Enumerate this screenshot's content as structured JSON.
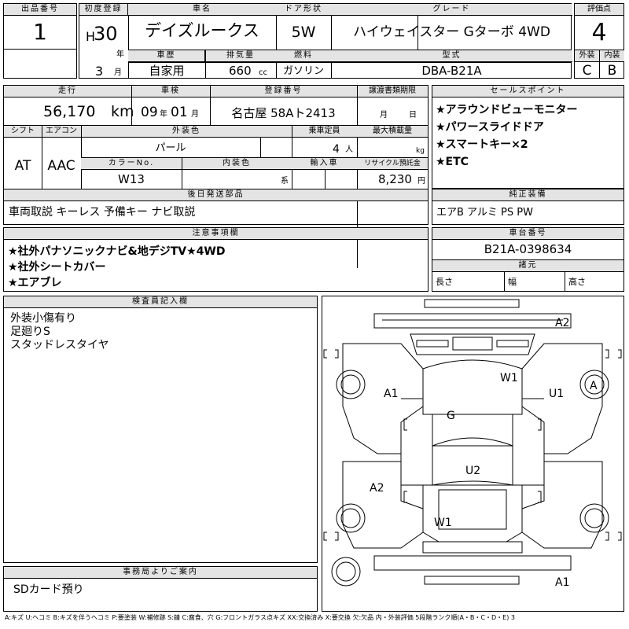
{
  "header": {
    "lot_no_label": "出品番号",
    "lot_no": "1",
    "first_reg_label": "初度登録",
    "era": "H",
    "year": "30",
    "year_unit": "年",
    "month": "3",
    "month_unit": "月",
    "car_name_label": "車名",
    "car_name": "デイズルークス",
    "doors_label": "ドア形状",
    "doors": "5W",
    "grade_label": "グレード",
    "grade": "ハイウェイスター Gターボ 4WD",
    "score_label": "評価点",
    "score": "4",
    "history_label": "車歴",
    "history": "自家用",
    "displacement_label": "排気量",
    "displacement": "660",
    "displacement_unit": "cc",
    "fuel_label": "燃料",
    "fuel": "ガソリン",
    "model_label": "型式",
    "model": "DBA-B21A",
    "exterior_label": "外装",
    "exterior": "C",
    "interior_label": "内装",
    "interior": "B"
  },
  "specs": {
    "mileage_label": "走行",
    "mileage": "56,170",
    "mileage_unit": "km",
    "inspection_label": "車検",
    "inspection_year": "09",
    "inspection_year_unit": "年",
    "inspection_month": "01",
    "inspection_month_unit": "月",
    "plate_label": "登録番号",
    "plate": "名古屋 58Aト2413",
    "transfer_label": "譲渡書類期限",
    "transfer_month_unit": "月",
    "transfer_day_unit": "日",
    "shift_label": "シフト",
    "shift": "AT",
    "aircon_label": "エアコン",
    "aircon": "AAC",
    "ext_color_label": "外装色",
    "ext_color": "パール",
    "capacity_label": "乗車定員",
    "capacity": "4",
    "capacity_unit": "人",
    "load_label": "最大積載量",
    "load_unit": "kg",
    "color_no_label": "カラーNo.",
    "color_no": "W13",
    "int_color_label": "内装色",
    "int_color_unit": "系",
    "import_label": "輸入車",
    "recycle_label": "リサイクル預託金",
    "recycle": "8,230",
    "recycle_unit": "円"
  },
  "sales_points": {
    "label": "セールスポイント",
    "lines": [
      "★アラウンドビューモニター",
      "★パワースライドドア",
      "★スマートキー×2",
      "★ETC"
    ]
  },
  "later_parts": {
    "label": "後日発送部品",
    "value": "車両取説 キーレス 予備キー ナビ取説"
  },
  "equipment": {
    "label": "純正装備",
    "value": "エアB アルミ PS PW"
  },
  "notes": {
    "label": "注意事項欄",
    "lines": [
      "★社外パナソニックナビ&地デジTV★4WD",
      "★社外シートカバー",
      "★エアブレ"
    ]
  },
  "chassis": {
    "label": "車台番号",
    "value": "B21A-0398634"
  },
  "dimensions": {
    "label": "諸元",
    "length_label": "長さ",
    "width_label": "幅",
    "height_label": "高さ"
  },
  "inspector": {
    "label": "検査員記入欄",
    "lines": [
      "外装小傷有り",
      "足廻りS",
      "スタッドレスタイヤ"
    ]
  },
  "office": {
    "label": "事務局よりご案内",
    "value": "SDカード預り"
  },
  "diagram": {
    "marks": [
      {
        "id": "a2-top",
        "text": "A2"
      },
      {
        "id": "w1-roof",
        "text": "W1"
      },
      {
        "id": "a1-left",
        "text": "A1"
      },
      {
        "id": "u1-right",
        "text": "U1"
      },
      {
        "id": "a-wheel",
        "text": "A"
      },
      {
        "id": "g-glass",
        "text": "G"
      },
      {
        "id": "u2-center",
        "text": "U2"
      },
      {
        "id": "a2-left",
        "text": "A2"
      },
      {
        "id": "w1-bottom",
        "text": "W1"
      },
      {
        "id": "a1-bottom",
        "text": "A1"
      }
    ]
  },
  "legend": "A:キズ U:ヘコミ B:キズを伴うヘコミ P:要塗装 W:補修跡 S:錆 C:腐食、穴 G:フロントガラス点キズ XX:交換済み X:要交換 欠:欠品 内・外装評価 5段階ランク順(A・B・C・D・E) 3"
}
